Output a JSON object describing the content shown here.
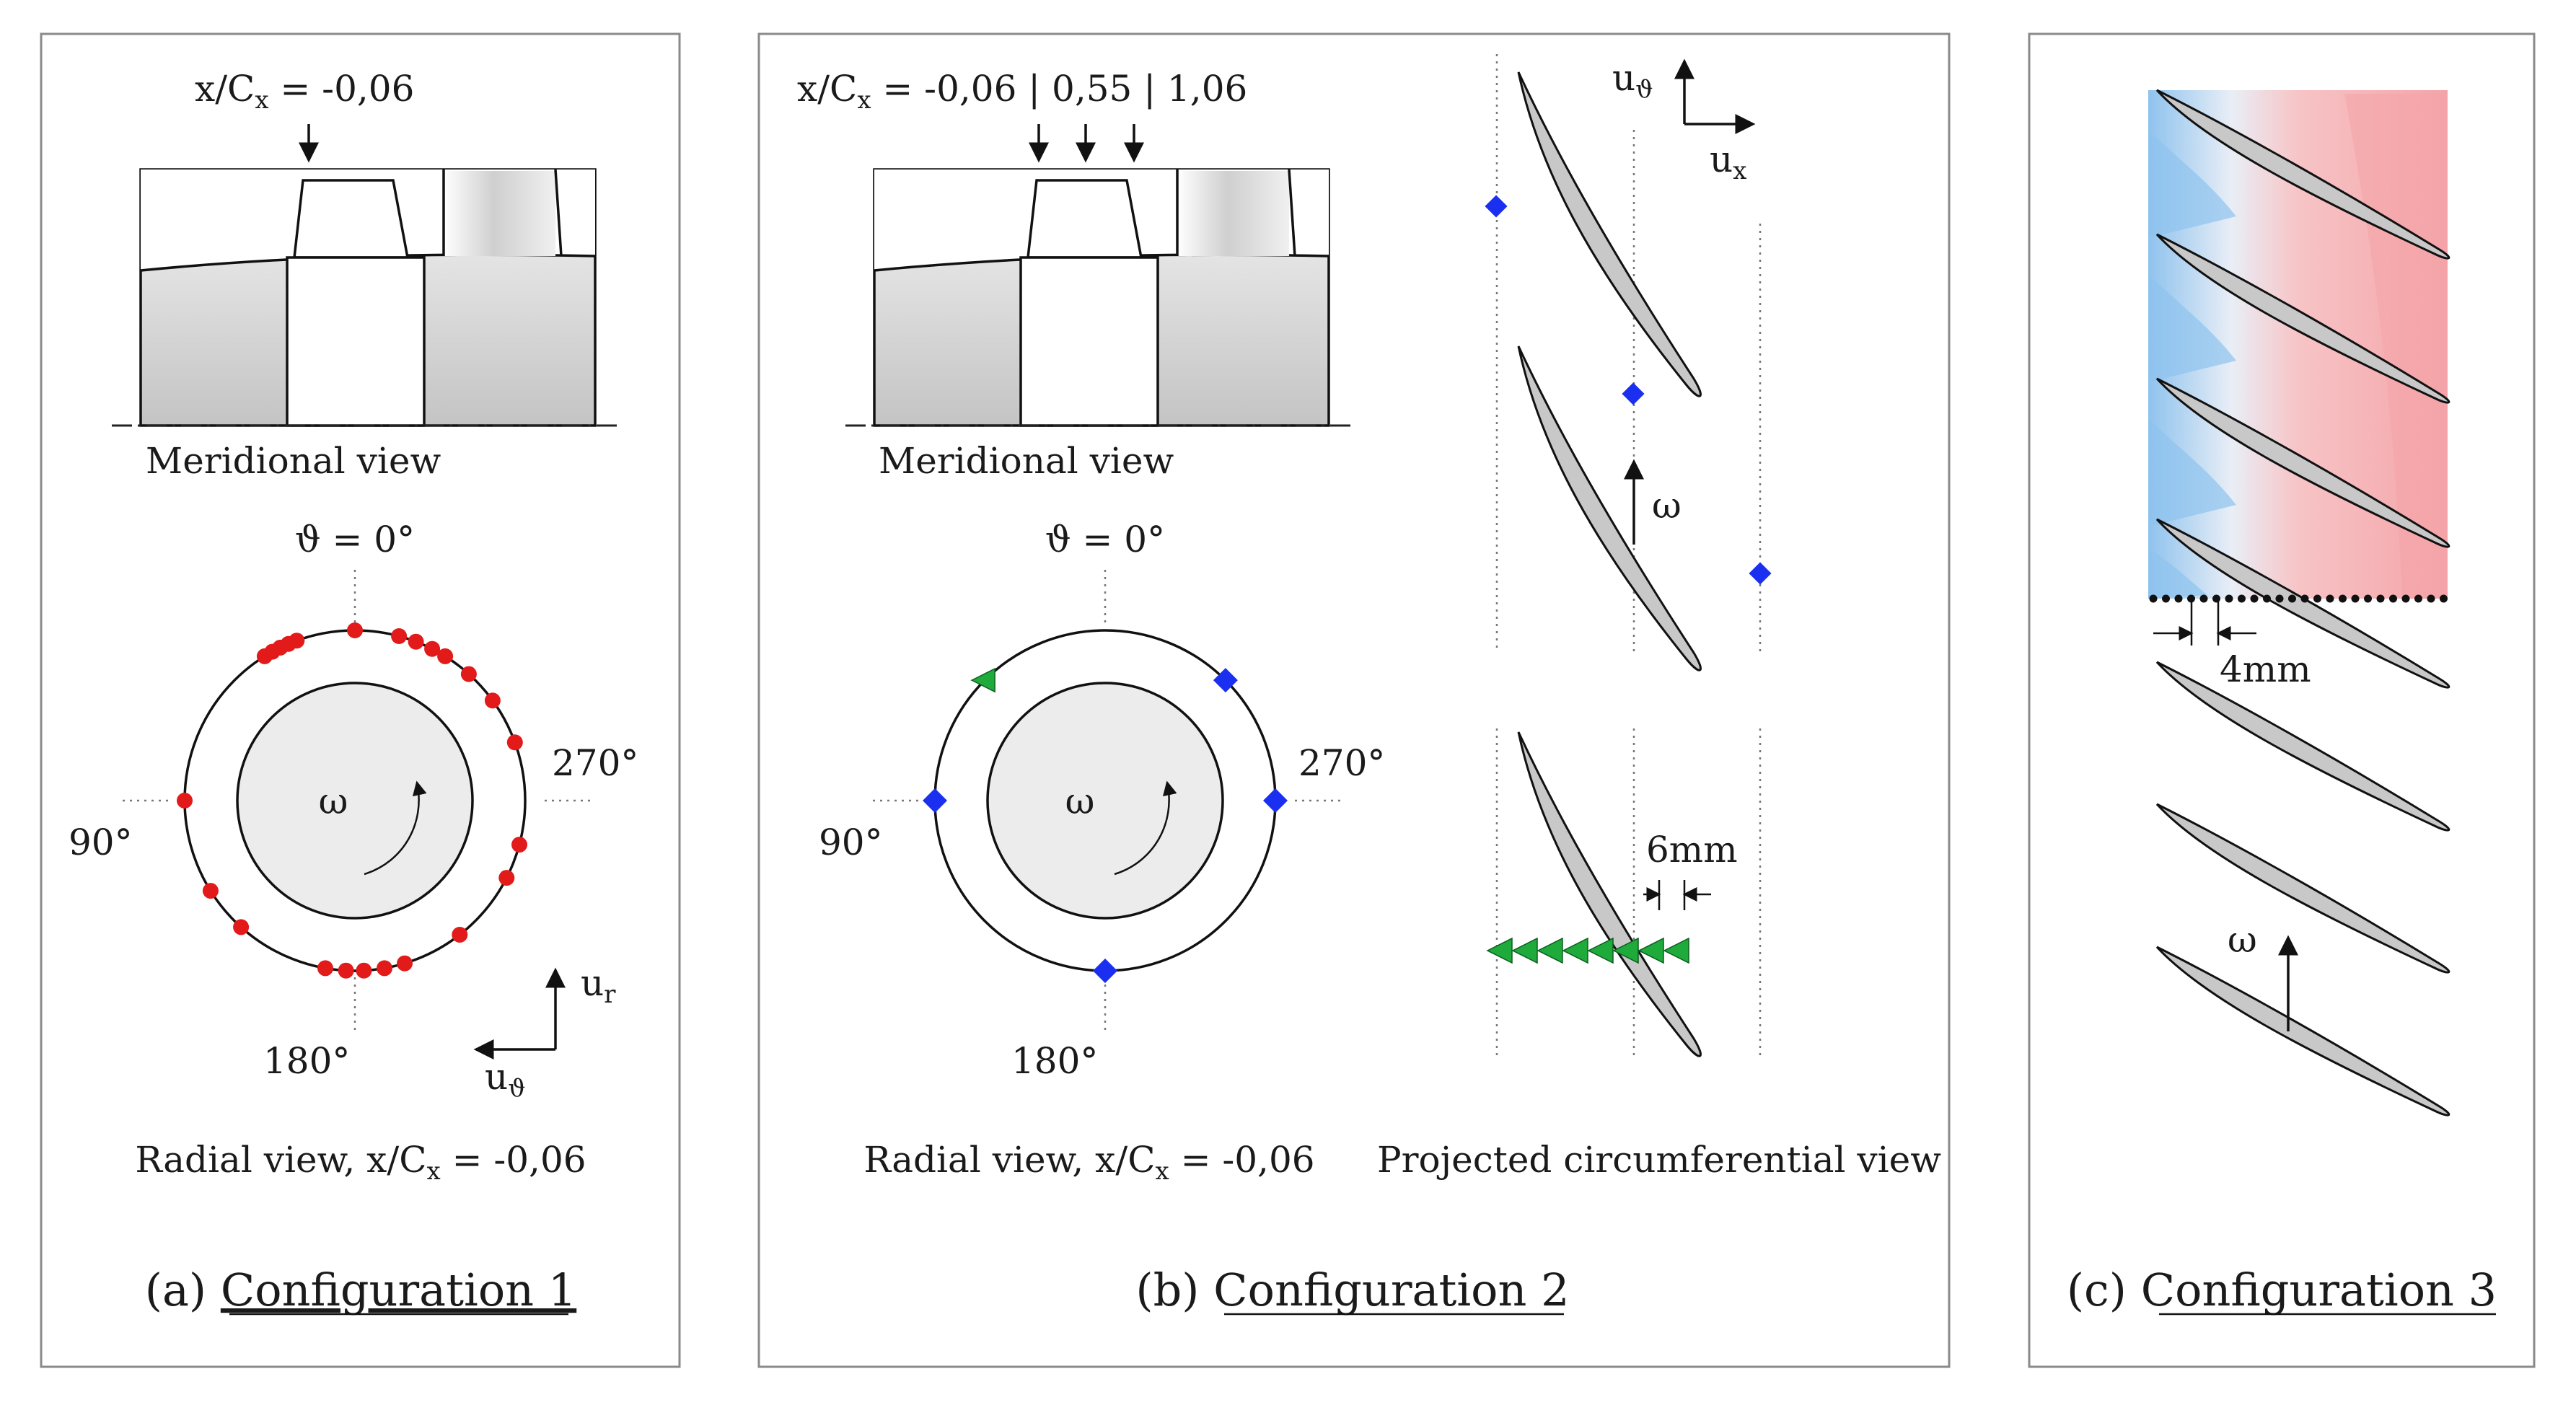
{
  "panel_a": {
    "xc_label": "x/C",
    "xc_sub": "x",
    "xc_value": " = -0,06",
    "meridional_label": "Meridional view",
    "theta_zero": "ϑ = 0°",
    "angle_90": "90°",
    "angle_180": "180°",
    "angle_270": "270°",
    "omega": "ω",
    "ur": "u",
    "ur_sub": "r",
    "utheta": "u",
    "utheta_sub": "ϑ",
    "radial_caption_prefix": "Radial view, x/C",
    "radial_caption_sub": "x",
    "radial_caption_suffix": " = -0,06",
    "caption_letter": "(a)",
    "caption_title": "Configuration 1",
    "probe_angles_deg": [
      0,
      20,
      23,
      26,
      29,
      32,
      90,
      122,
      138,
      170,
      177,
      183,
      190,
      197,
      218,
      243,
      255,
      290,
      306,
      318,
      328,
      333,
      339,
      345
    ]
  },
  "panel_b": {
    "xc_label": "x/C",
    "xc_sub": "x",
    "xc_value": " = -0,06 | 0,55 | 1,06",
    "meridional_label": "Meridional view",
    "theta_zero": "ϑ = 0°",
    "angle_90": "90°",
    "angle_180": "180°",
    "angle_270": "270°",
    "omega": "ω",
    "radial_caption_prefix": "Radial view, x/C",
    "radial_caption_sub": "x",
    "radial_caption_suffix": " = -0,06",
    "utheta": "u",
    "utheta_sub": "ϑ",
    "ux": "u",
    "ux_sub": "x",
    "omega_circ": "ω",
    "spacing_6mm": "6mm",
    "circ_caption": "Projected circumferential view",
    "caption_letter": "(b)",
    "caption_title": "Configuration 2",
    "blue_probe_angles_deg": [
      90,
      180,
      270,
      315
    ],
    "green_probe_angle_deg": 45,
    "green_probe_count": 8
  },
  "panel_c": {
    "spacing_4mm": "4mm",
    "omega": "ω",
    "caption_letter": "(c)",
    "caption_title": "Configuration 3"
  },
  "colors": {
    "probe_red": "#e21a1a",
    "probe_blue": "#1a2ff0",
    "probe_green": "#1faa3c",
    "field_red": "#f4a4a8",
    "field_blue": "#8fc3ee"
  }
}
